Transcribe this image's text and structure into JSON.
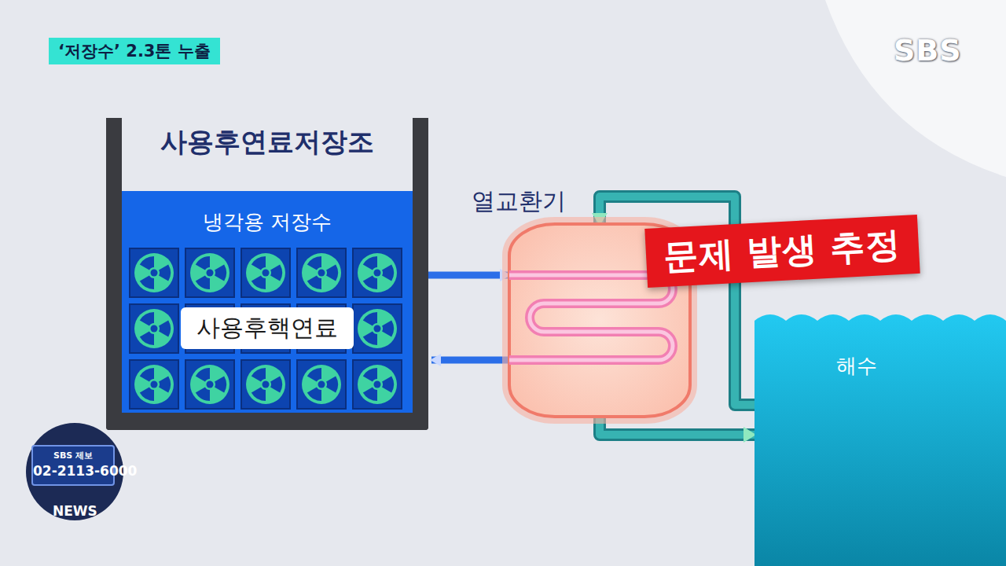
{
  "diagram": {
    "title": "‘저장수’ 2.3톤 누출",
    "nodes": [
      {
        "text": [
          "사용후연료저장조"
        ]
      },
      {
        "text": [
          "냉각용 저장수"
        ],
        "in": 0
      },
      {
        "text": [
          "사용후핵연료"
        ],
        "in": 1
      },
      {
        "text": [
          "열교환기"
        ]
      },
      {
        "text": [
          "문제 발생 추정"
        ]
      },
      {
        "text": [
          "해수"
        ]
      },
      {
        "text": [
          "SBS 제보",
          "02-2113-6000"
        ]
      }
    ],
    "edges": [
      {
        "from": 1,
        "to": 3,
        "arrow": "to"
      },
      {
        "from": 3,
        "to": 1,
        "arrow": "to"
      },
      {
        "from": 5,
        "to": 3,
        "arrow": "to"
      },
      {
        "from": 3,
        "to": 5,
        "arrow": "to"
      }
    ],
    "labels": [
      "SBS",
      "NEWS"
    ]
  }
}
